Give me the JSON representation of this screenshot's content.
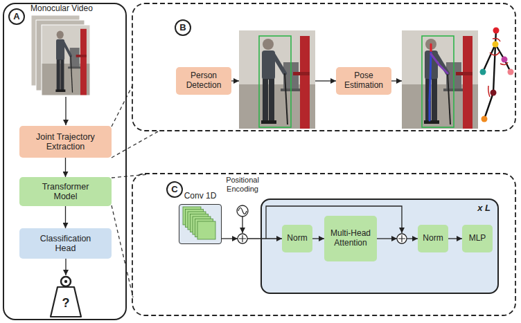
{
  "diagram": {
    "nodes": [
      {
        "text": [
          "Monocular Video"
        ]
      },
      {
        "text": [
          "A"
        ],
        "in": 0
      },
      {
        "text": [
          "Joint Trajectory Extraction"
        ],
        "in": 0
      },
      {
        "text": [
          "Transformer Model"
        ],
        "in": 0
      },
      {
        "text": [
          "Classification Head"
        ],
        "in": 0
      },
      {
        "text": [
          "?"
        ],
        "in": 0
      },
      {
        "text": [
          "B"
        ]
      },
      {
        "text": [
          "Person Detection"
        ]
      },
      {
        "text": [
          "Pose Estimation"
        ]
      },
      {
        "text": [
          "C"
        ]
      },
      {
        "text": [
          "Conv 1D"
        ]
      },
      {
        "text": [
          "x L"
        ]
      },
      {
        "text": [
          "Norm"
        ],
        "in": 11
      },
      {
        "text": [
          "Multi-Head Attention"
        ],
        "in": 11
      },
      {
        "text": [
          "Norm"
        ],
        "in": 11
      },
      {
        "text": [
          "MLP"
        ],
        "in": 11
      }
    ],
    "edges": [
      {
        "from": 2,
        "to": 3,
        "arrow": "to"
      },
      {
        "from": 3,
        "to": 4,
        "arrow": "to"
      },
      {
        "from": 4,
        "to": 5,
        "arrow": "to"
      },
      {
        "from": 12,
        "to": 13,
        "arrow": "to"
      },
      {
        "from": 14,
        "to": 15,
        "arrow": "to"
      }
    ],
    "labels": [
      "Positional Encoding"
    ]
  }
}
